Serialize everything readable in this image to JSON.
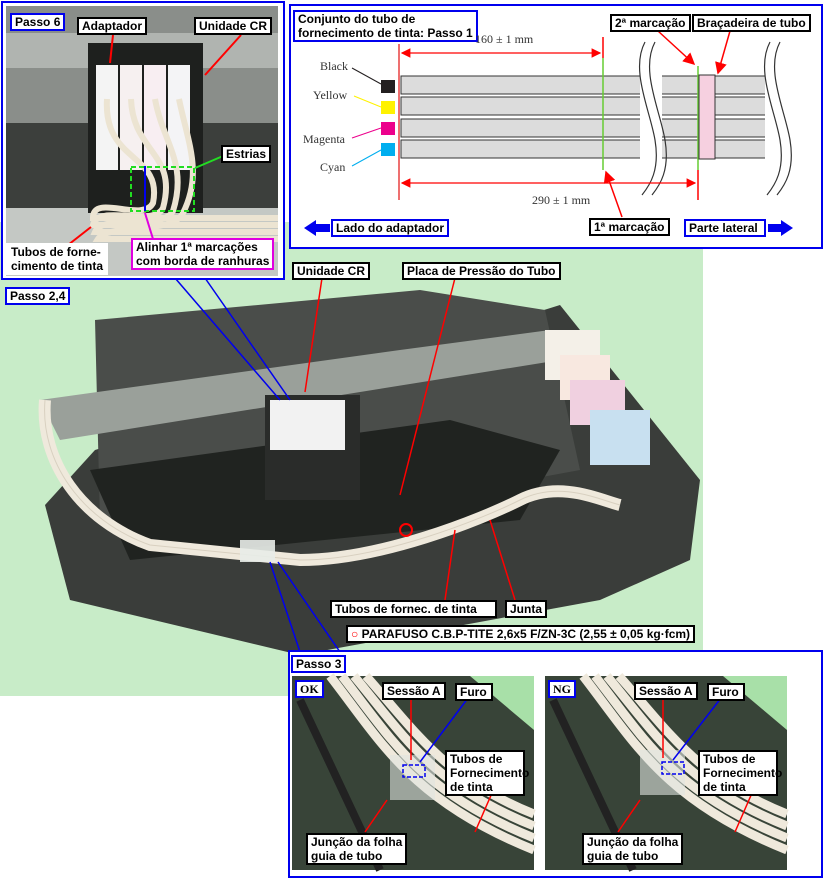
{
  "step6": {
    "title": "Passo 6",
    "adapter": "Adaptador",
    "cr_unit": "Unidade CR",
    "ridges": "Estrias",
    "tubes": "Tubos de forne-\ncimento de tinta",
    "tubes_l1": "Tubos de forne-",
    "tubes_l2": "cimento de tinta",
    "align_l1": "Alinhar 1ª marcações",
    "align_l2": "com borda de ranhuras"
  },
  "step1": {
    "title_l1": "Conjunto do tubo de",
    "title_l2": "fornecimento de tinta: Passo 1",
    "dim_short": "160 ± 1 mm",
    "dim_long": "290 ± 1 mm",
    "mark2": "2ª marcação",
    "clamp": "Braçadeira de tubo",
    "mark1": "1ª marcação",
    "adapter_side": "Lado do adaptador",
    "lateral_side": "Parte lateral",
    "inks": [
      {
        "name": "Black",
        "color": "#231f20"
      },
      {
        "name": "Yellow",
        "color": "#fff200"
      },
      {
        "name": "Magenta",
        "color": "#ec008c"
      },
      {
        "name": "Cyan",
        "color": "#00aeef"
      }
    ]
  },
  "step24": {
    "title": "Passo 2,4",
    "cr_unit": "Unidade CR",
    "pressure_plate": "Placa de Pressão do Tubo",
    "tubes": "Tubos de fornec. de tinta",
    "joint": "Junta",
    "screw": "PARAFUSO C.B.P-TITE 2,6x5 F/ZN-3C (2,55 ± 0,05 kg·fcm)"
  },
  "step3": {
    "title": "Passo 3",
    "ok": {
      "badge": "OK",
      "section": "Sessão A",
      "hole": "Furo",
      "tubes_l1": "Tubos de",
      "tubes_l2": "Fornecimento",
      "tubes_l3": "de tinta",
      "joint_l1": "Junção da folha",
      "joint_l2": "guia de tubo"
    },
    "ng": {
      "badge": "NG",
      "section": "Sessão A",
      "hole": "Furo",
      "tubes_l1": "Tubos de",
      "tubes_l2": "Fornecimento",
      "tubes_l3": "de tinta",
      "joint_l1": "Junção da folha",
      "joint_l2": "guia de tubo"
    }
  },
  "colors": {
    "frame": "#0000ee",
    "arrow": "#ff0000",
    "background": "#c8ecc8",
    "mark": "#66cc33"
  }
}
